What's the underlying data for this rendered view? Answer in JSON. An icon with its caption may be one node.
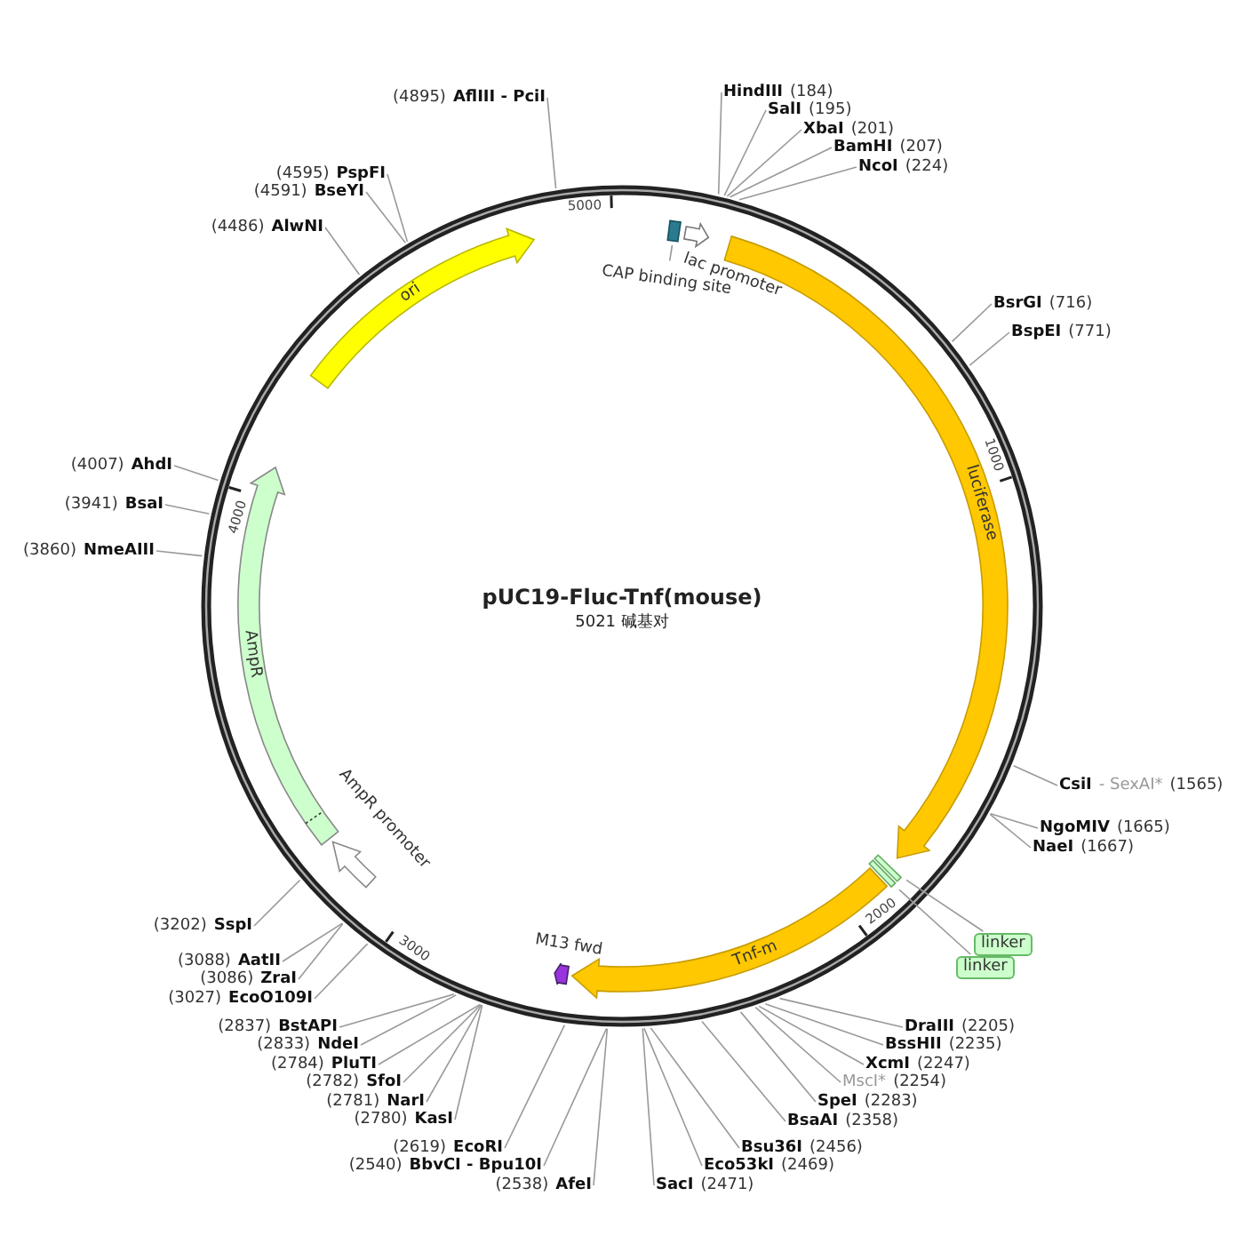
{
  "diagram": {
    "title": "pUC19-Fluc-Tnf(mouse)",
    "nodes": [
      {
        "text": [
          "(4895)",
          "AflIII - PciI"
        ]
      },
      {
        "text": [
          "HindIII",
          "(184)"
        ]
      },
      {
        "text": [
          "SalI",
          "(195)"
        ]
      },
      {
        "text": [
          "XbaI",
          "(201)"
        ]
      },
      {
        "text": [
          "BamHI",
          "(207)"
        ]
      },
      {
        "text": [
          "NcoI",
          "(224)"
        ]
      },
      {
        "text": [
          "(4595)",
          "PspFI"
        ]
      },
      {
        "text": [
          "(4591)",
          "BseYI"
        ]
      },
      {
        "text": [
          "(4486)",
          "AlwNI"
        ]
      },
      {
        "text": [],
        "shape": "arrow",
        "beside": [
          "lac promoter"
        ]
      },
      {
        "text": [],
        "shape": "box"
      },
      {
        "text": [
          "CAP binding site"
        ]
      },
      {
        "text": [
          "ori"
        ]
      },
      {
        "text": [
          "luciferase"
        ]
      },
      {
        "text": [
          "BsrGI",
          "(716)"
        ]
      },
      {
        "text": [
          "BspEI",
          "(771)"
        ]
      },
      {
        "text": [
          "(4007)",
          "AhdI"
        ]
      },
      {
        "text": [
          "(3941)",
          "BsaI"
        ]
      },
      {
        "text": [
          "(3860)",
          "NmeAIII"
        ]
      },
      {
        "text": [
          "AmpR"
        ]
      },
      {
        "text": [
          "CsiI",
          "- SexAI*",
          "(1565)"
        ]
      },
      {
        "text": [
          "NgoMIV",
          "(1665)"
        ]
      },
      {
        "text": [
          "NaeI",
          "(1667)"
        ]
      },
      {
        "text": [],
        "shape": "arrow",
        "beside": [
          "AmpR promoter"
        ]
      },
      {
        "text": [],
        "shape": "box"
      },
      {
        "text": [],
        "shape": "box"
      },
      {
        "text": [
          "linker"
        ]
      },
      {
        "text": [
          "linker"
        ]
      },
      {
        "text": [
          "Tnf-m"
        ]
      },
      {
        "text": [
          "(3202)",
          "SspI"
        ]
      },
      {
        "text": [],
        "shape": "arrow",
        "beside": [
          "M13 fwd"
        ]
      },
      {
        "text": [
          "(3088)",
          "AatII"
        ]
      },
      {
        "text": [
          "(3086)",
          "ZraI"
        ]
      },
      {
        "text": [
          "(3027)",
          "EcoO109I"
        ]
      },
      {
        "text": [
          "(2837)",
          "BstAPI"
        ]
      },
      {
        "text": [
          "(2833)",
          "NdeI"
        ]
      },
      {
        "text": [
          "(2784)",
          "PluTI"
        ]
      },
      {
        "text": [
          "(2782)",
          "SfoI"
        ]
      },
      {
        "text": [
          "(2781)",
          "NarI"
        ]
      },
      {
        "text": [
          "(2780)",
          "KasI"
        ]
      },
      {
        "text": [
          "DraIII",
          "(2205)"
        ]
      },
      {
        "text": [
          "BssHII",
          "(2235)"
        ]
      },
      {
        "text": [
          "XcmI",
          "(2247)"
        ]
      },
      {
        "text": [
          "MscI*",
          "(2254)"
        ]
      },
      {
        "text": [
          "SpeI",
          "(2283)"
        ]
      },
      {
        "text": [
          "BsaAI",
          "(2358)"
        ]
      },
      {
        "text": [
          "(2619)",
          "EcoRI"
        ]
      },
      {
        "text": [
          "(2540)",
          "BbvCI - Bpu10I"
        ]
      },
      {
        "text": [
          "Bsu36I",
          "(2456)"
        ]
      },
      {
        "text": [
          "Eco53kI",
          "(2469)"
        ]
      },
      {
        "text": [
          "(2538)",
          "AfeI"
        ]
      },
      {
        "text": [
          "SacI",
          "(2471)"
        ]
      }
    ],
    "edges": [
      {
        "from": 0,
        "to": null,
        "arrow": "none"
      },
      {
        "from": 1,
        "to": null,
        "arrow": "none"
      },
      {
        "from": 2,
        "to": null,
        "arrow": "none"
      },
      {
        "from": 3,
        "to": null,
        "arrow": "none"
      },
      {
        "from": 4,
        "to": null,
        "arrow": "none"
      },
      {
        "from": 5,
        "to": null,
        "arrow": "none"
      },
      {
        "from": 6,
        "to": null,
        "arrow": "none"
      },
      {
        "from": 7,
        "to": null,
        "arrow": "none"
      },
      {
        "from": 8,
        "to": null,
        "arrow": "none"
      },
      {
        "from": 11,
        "to": 10,
        "arrow": "none"
      },
      {
        "from": 14,
        "to": null,
        "arrow": "none"
      },
      {
        "from": 15,
        "to": null,
        "arrow": "none"
      },
      {
        "from": 16,
        "to": null,
        "arrow": "none"
      },
      {
        "from": 17,
        "to": null,
        "arrow": "none"
      },
      {
        "from": 18,
        "to": null,
        "arrow": "none"
      },
      {
        "from": 20,
        "to": null,
        "arrow": "none"
      },
      {
        "from": 21,
        "to": null,
        "arrow": "none"
      },
      {
        "from": 22,
        "to": null,
        "arrow": "none"
      },
      {
        "from": 26,
        "to": 24,
        "arrow": "none"
      },
      {
        "from": 27,
        "to": 25,
        "arrow": "none"
      },
      {
        "from": 29,
        "to": null,
        "arrow": "none"
      },
      {
        "from": 31,
        "to": null,
        "arrow": "none"
      },
      {
        "from": 32,
        "to": null,
        "arrow": "none"
      },
      {
        "from": 33,
        "to": null,
        "arrow": "none"
      },
      {
        "from": 34,
        "to": null,
        "arrow": "none"
      },
      {
        "from": 35,
        "to": null,
        "arrow": "none"
      },
      {
        "from": 36,
        "to": null,
        "arrow": "none"
      },
      {
        "from": 37,
        "to": null,
        "arrow": "none"
      },
      {
        "from": 38,
        "to": null,
        "arrow": "none"
      },
      {
        "from": 39,
        "to": null,
        "arrow": "none"
      },
      {
        "from": 40,
        "to": null,
        "arrow": "none"
      },
      {
        "from": 41,
        "to": null,
        "arrow": "none"
      },
      {
        "from": 42,
        "to": null,
        "arrow": "none"
      },
      {
        "from": 43,
        "to": null,
        "arrow": "none"
      },
      {
        "from": 44,
        "to": null,
        "arrow": "none"
      },
      {
        "from": 45,
        "to": null,
        "arrow": "none"
      },
      {
        "from": 46,
        "to": null,
        "arrow": "none"
      },
      {
        "from": 47,
        "to": null,
        "arrow": "none"
      },
      {
        "from": 48,
        "to": null,
        "arrow": "none"
      },
      {
        "from": 49,
        "to": null,
        "arrow": "none"
      },
      {
        "from": 50,
        "to": null,
        "arrow": "none"
      },
      {
        "from": 51,
        "to": null,
        "arrow": "none"
      }
    ],
    "labels": [
      "5021 碱基对",
      "5000",
      "1000",
      "2000",
      "3000",
      "4000"
    ]
  }
}
